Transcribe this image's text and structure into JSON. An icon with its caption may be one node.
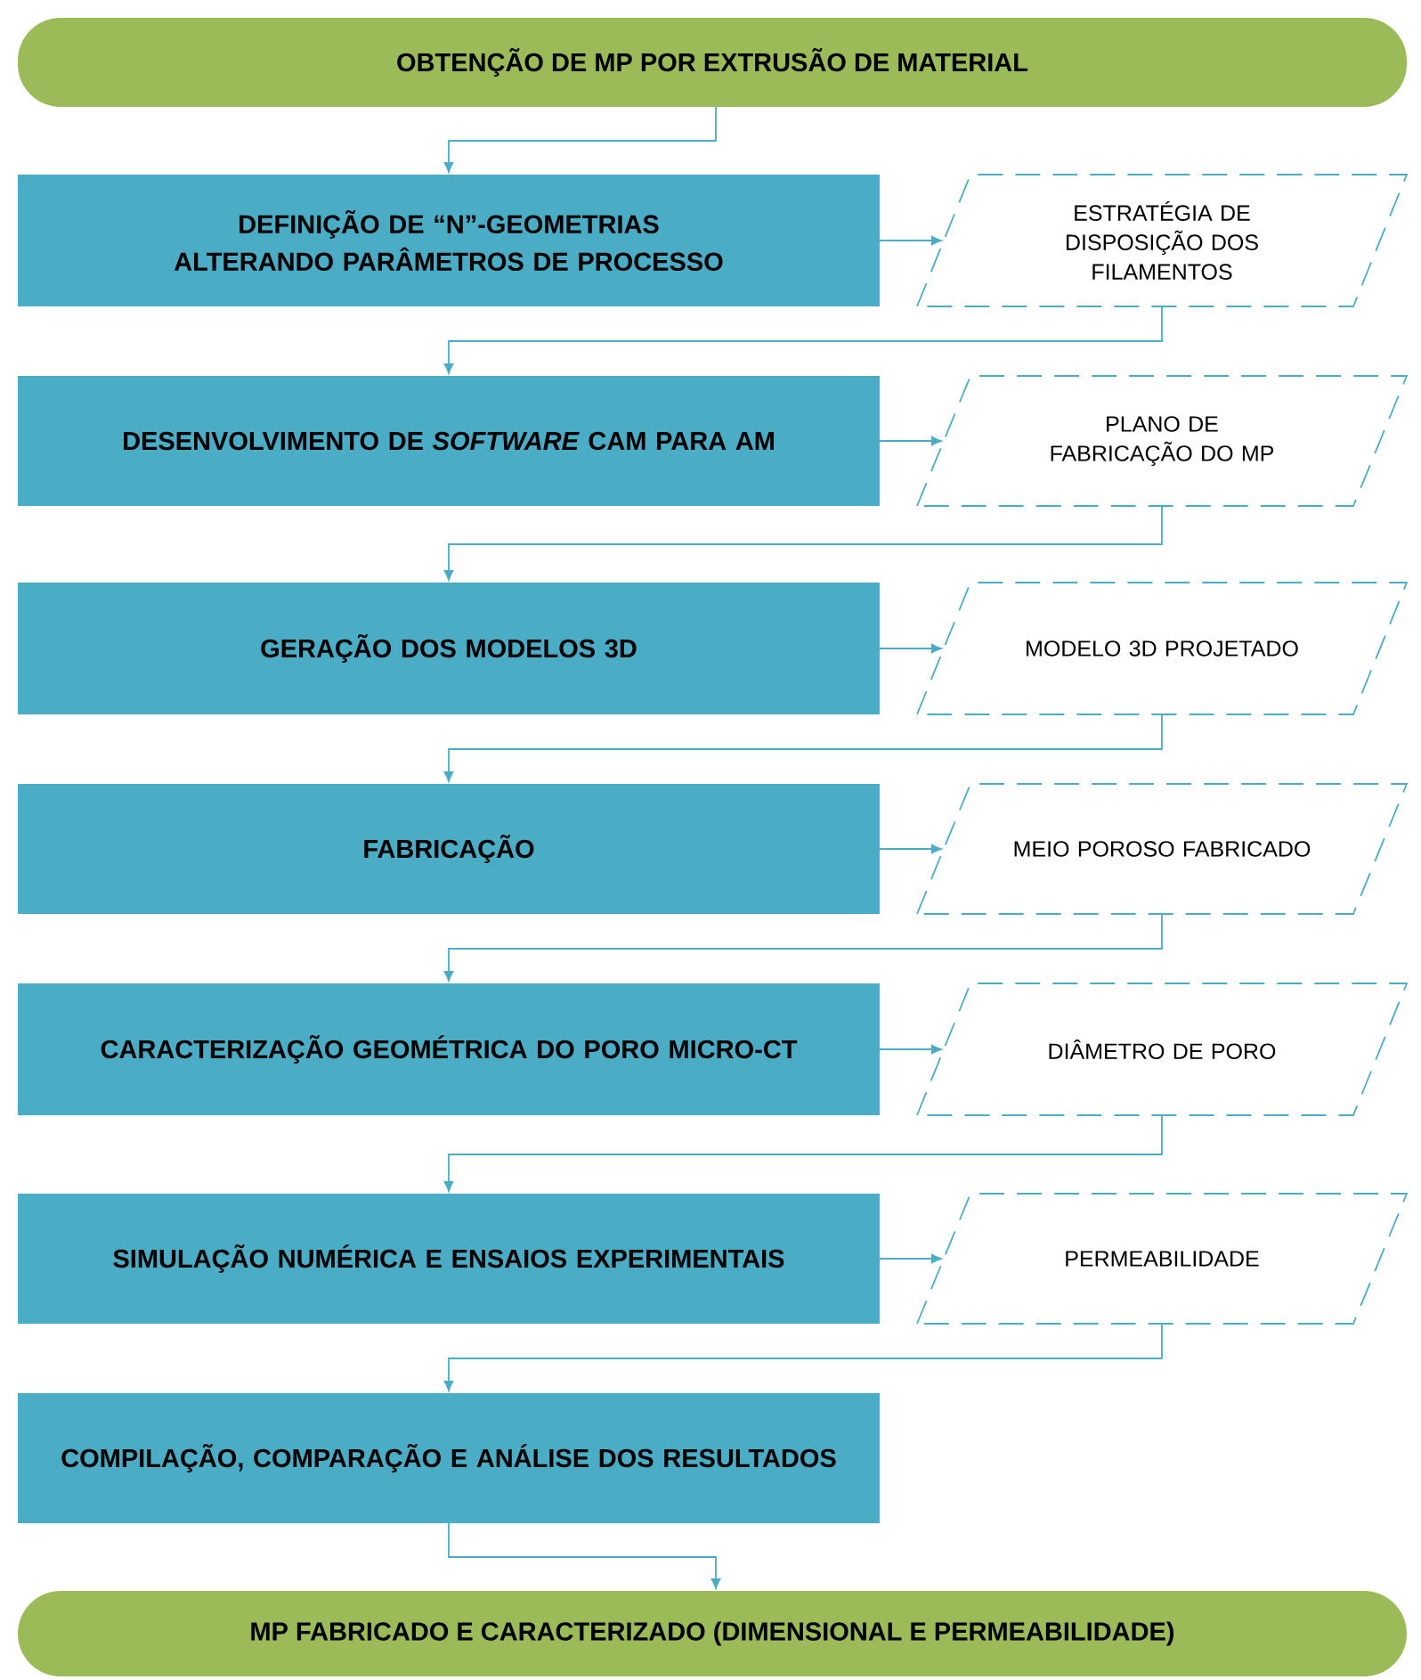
{
  "diagram": {
    "nodes": [
      {
        "text": [
          "OBTENÇÃO DE MP POR EXTRUSÃO DE MATERIAL"
        ]
      },
      {
        "text": [
          "DEFINIÇÃO DE “N”-GEOMETRIAS ALTERANDO PARÂMETROS DE PROCESSO"
        ]
      },
      {
        "text": [
          "ESTRATÉGIA DE DISPOSIÇÃO DOS FILAMENTOS"
        ]
      },
      {
        "text": [
          "DESENVOLVIMENTO DE *SOFTWARE* CAM PARA AM"
        ]
      },
      {
        "text": [
          "PLANO DE FABRICAÇÃO DO MP"
        ]
      },
      {
        "text": [
          "GERAÇÃO DOS MODELOS 3D"
        ]
      },
      {
        "text": [
          "MODELO 3D PROJETADO"
        ]
      },
      {
        "text": [
          "FABRICAÇÃO"
        ]
      },
      {
        "text": [
          "MEIO POROSO FABRICADO"
        ]
      },
      {
        "text": [
          "CARACTERIZAÇÃO GEOMÉTRICA DO PORO MICRO-CT"
        ]
      },
      {
        "text": [
          "DIÂMETRO DE PORO"
        ]
      },
      {
        "text": [
          "SIMULAÇÃO NUMÉRICA E ENSAIOS EXPERIMENTAIS"
        ]
      },
      {
        "text": [
          "PERMEABILIDADE"
        ]
      },
      {
        "text": [
          "COMPILAÇÃO, COMPARAÇÃO E ANÁLISE DOS RESULTADOS"
        ]
      },
      {
        "text": [
          "MP FABRICADO E CARACTERIZADO (DIMENSIONAL E PERMEABILIDADE)"
        ]
      }
    ],
    "edges": [
      {
        "from": 0,
        "to": 1,
        "arrow": "to"
      },
      {
        "from": 1,
        "to": 2,
        "arrow": "to"
      },
      {
        "from": 2,
        "to": 3,
        "arrow": "to"
      },
      {
        "from": 3,
        "to": 4,
        "arrow": "to"
      },
      {
        "from": 4,
        "to": 5,
        "arrow": "to"
      },
      {
        "from": 5,
        "to": 6,
        "arrow": "to"
      },
      {
        "from": 6,
        "to": 7,
        "arrow": "to"
      },
      {
        "from": 7,
        "to": 8,
        "arrow": "to"
      },
      {
        "from": 8,
        "to": 9,
        "arrow": "to"
      },
      {
        "from": 9,
        "to": 10,
        "arrow": "to"
      },
      {
        "from": 10,
        "to": 11,
        "arrow": "to"
      },
      {
        "from": 11,
        "to": 12,
        "arrow": "to"
      },
      {
        "from": 12,
        "to": 13,
        "arrow": "to"
      },
      {
        "from": 13,
        "to": 14,
        "arrow": "to"
      }
    ]
  }
}
